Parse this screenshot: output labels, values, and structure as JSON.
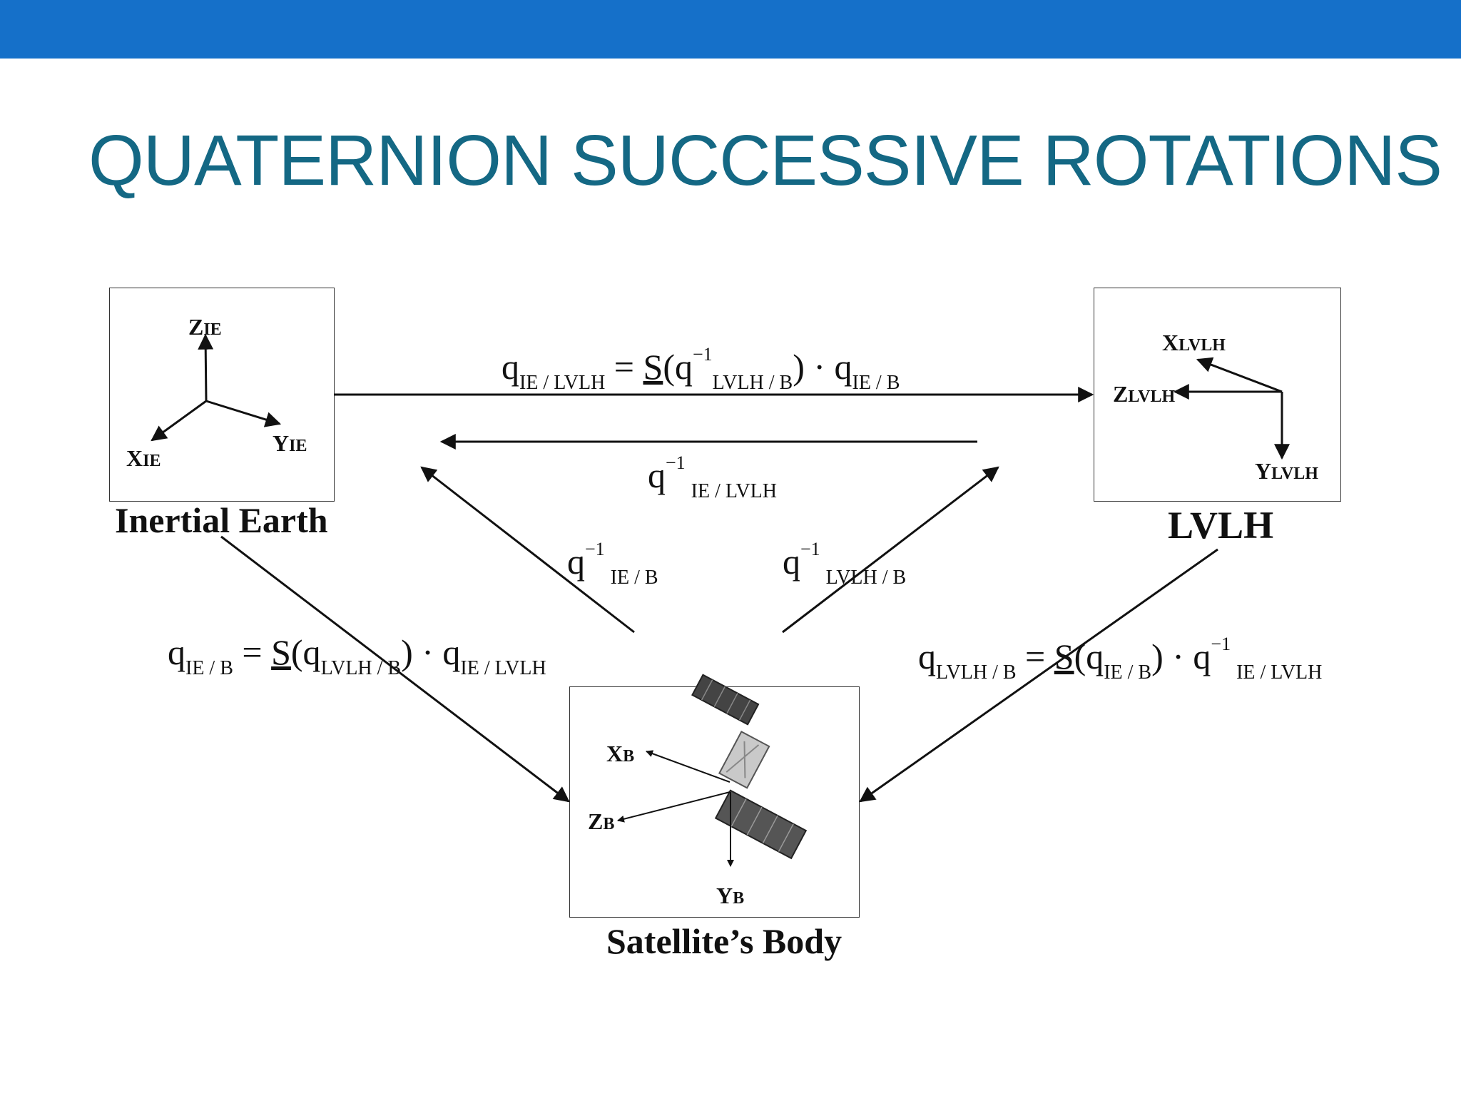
{
  "slide": {
    "title": "QUATERNION SUCCESSIVE ROTATIONS",
    "theme_colors": {
      "top_bar": "#1570c9",
      "title": "#146884"
    }
  },
  "frames": {
    "inertial_earth": {
      "label": "Inertial Earth",
      "axes": {
        "z": [
          "Z",
          "IE"
        ],
        "x": [
          "X",
          "IE"
        ],
        "y": [
          "Y",
          "IE"
        ]
      }
    },
    "lvlh": {
      "label": "LVLH",
      "axes": {
        "x": [
          "X",
          "LVLH"
        ],
        "z": [
          "Z",
          "LVLH"
        ],
        "y": [
          "Y",
          "LVLH"
        ]
      }
    },
    "body": {
      "label": "Satellite’s Body",
      "axes": {
        "x": [
          "X",
          "B"
        ],
        "z": [
          "Z",
          "B"
        ],
        "y": [
          "Y",
          "B"
        ]
      },
      "image": "satellite-image"
    }
  },
  "equations": {
    "q_ie_lvlh": {
      "q": "q",
      "sub1": "IE / LVLH",
      "eq": " = ",
      "S": "S",
      "open": "(q",
      "sup": "−1",
      "sub2": "LVLH / B",
      "close": ")",
      "dot": " · q",
      "sub3": "IE / B"
    },
    "q_ie_lvlh_inv": {
      "q": "q",
      "sup": "−1",
      "sub": "IE / LVLH"
    },
    "q_ie_b_inv": {
      "q": "q",
      "sup": "−1",
      "sub": "IE / B"
    },
    "q_lvlh_b_inv": {
      "q": "q",
      "sup": "−1",
      "sub": "LVLH / B"
    },
    "q_ie_b": {
      "q": "q",
      "sub1": "IE / B",
      "eq": " = ",
      "S": "S",
      "open": "(q",
      "sub2": "LVLH / B",
      "close": ")",
      "dot": " · q",
      "sub3": "IE / LVLH"
    },
    "q_lvlh_b": {
      "q": "q",
      "sub1": "LVLH / B",
      "eq": " = ",
      "S": "S",
      "open": "(q",
      "sub2": "IE / B",
      "close": ")",
      "dot": " · q",
      "sup": "−1",
      "sub3": "IE / LVLH"
    }
  }
}
